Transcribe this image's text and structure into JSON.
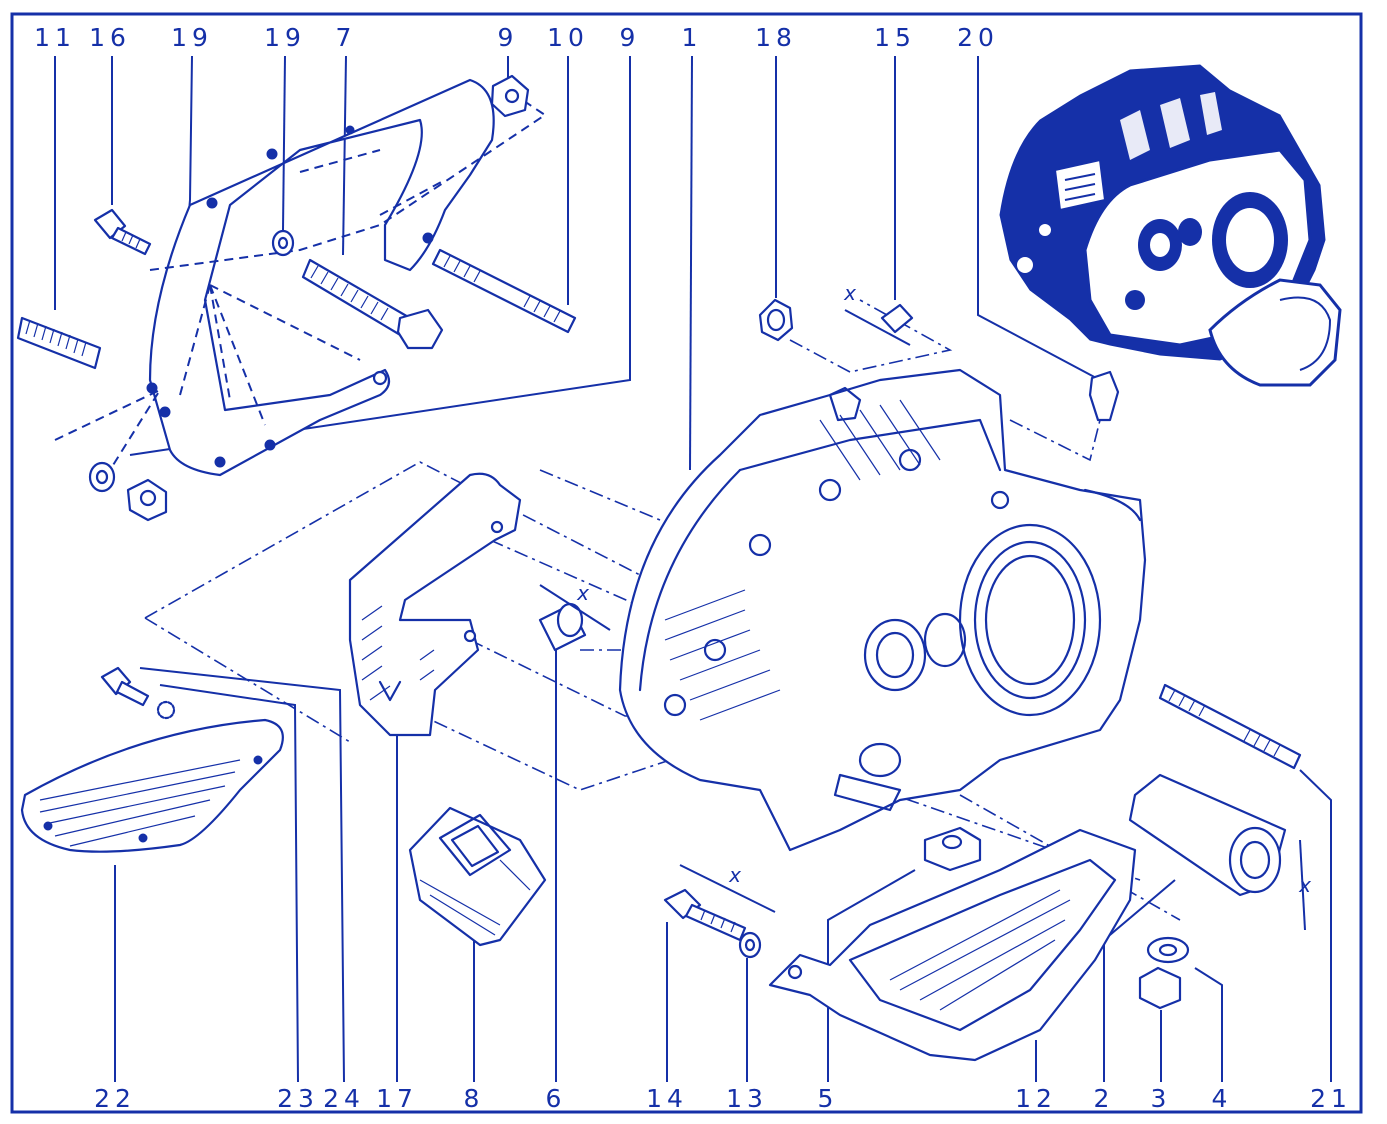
{
  "colors": {
    "ink": "#1530a8",
    "background": "#ffffff"
  },
  "callouts": {
    "top": [
      {
        "id": "t11",
        "text": "11"
      },
      {
        "id": "t16",
        "text": "16"
      },
      {
        "id": "t19a",
        "text": "19"
      },
      {
        "id": "t19b",
        "text": "19"
      },
      {
        "id": "t7",
        "text": "7"
      },
      {
        "id": "t9a",
        "text": "9"
      },
      {
        "id": "t10",
        "text": "10"
      },
      {
        "id": "t9b",
        "text": "9"
      },
      {
        "id": "t1",
        "text": "1"
      },
      {
        "id": "t18",
        "text": "18"
      },
      {
        "id": "t15",
        "text": "15"
      },
      {
        "id": "t20",
        "text": "20"
      }
    ],
    "bottom": [
      {
        "id": "b22",
        "text": "22"
      },
      {
        "id": "b23",
        "text": "23"
      },
      {
        "id": "b24",
        "text": "24"
      },
      {
        "id": "b17",
        "text": "17"
      },
      {
        "id": "b8",
        "text": "8"
      },
      {
        "id": "b6",
        "text": "6"
      },
      {
        "id": "b14",
        "text": "14"
      },
      {
        "id": "b13",
        "text": "13"
      },
      {
        "id": "b5",
        "text": "5"
      },
      {
        "id": "b12",
        "text": "12"
      },
      {
        "id": "b2",
        "text": "2"
      },
      {
        "id": "b3",
        "text": "3"
      },
      {
        "id": "b4",
        "text": "4"
      },
      {
        "id": "b21",
        "text": "21"
      }
    ]
  },
  "dimension_label": "x"
}
